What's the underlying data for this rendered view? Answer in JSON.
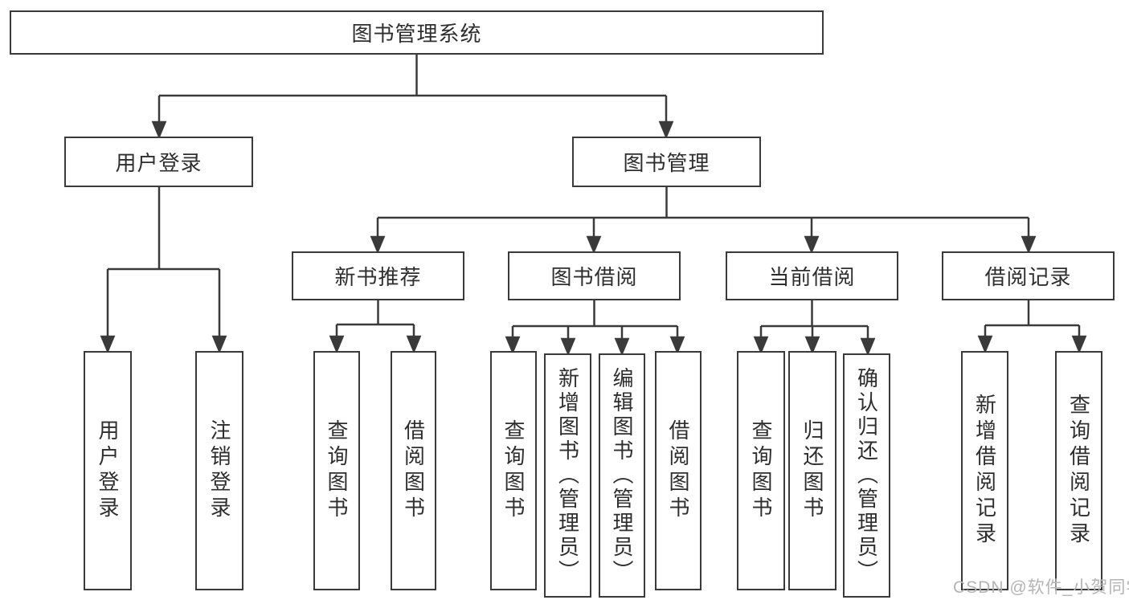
{
  "diagram": {
    "root": {
      "label": "图书管理系统"
    },
    "branches": [
      {
        "label": "用户登录",
        "children": [
          {
            "label": "用户登录"
          },
          {
            "label": "注销登录"
          }
        ]
      },
      {
        "label": "图书管理",
        "children": [
          {
            "label": "新书推荐",
            "children": [
              {
                "label": "查询图书"
              },
              {
                "label": "借阅图书"
              }
            ]
          },
          {
            "label": "图书借阅",
            "children": [
              {
                "label": "查询图书"
              },
              {
                "label": "新增图书（管理员）"
              },
              {
                "label": "编辑图书（管理员）"
              },
              {
                "label": "借阅图书"
              }
            ]
          },
          {
            "label": "当前借阅",
            "children": [
              {
                "label": "查询图书"
              },
              {
                "label": "归还图书"
              },
              {
                "label": "确认归还（管理员）"
              }
            ]
          },
          {
            "label": "借阅记录",
            "children": [
              {
                "label": "新增借阅记录"
              },
              {
                "label": "查询借阅记录"
              }
            ]
          }
        ]
      }
    ]
  },
  "watermark": {
    "text": "CSDN @软件_小贺同学"
  },
  "colors": {
    "line": "#3a3a3a",
    "border": "#3a3a3a",
    "text": "#2e2e2e",
    "background": "#ffffff",
    "watermark": "#b4b4b4"
  }
}
